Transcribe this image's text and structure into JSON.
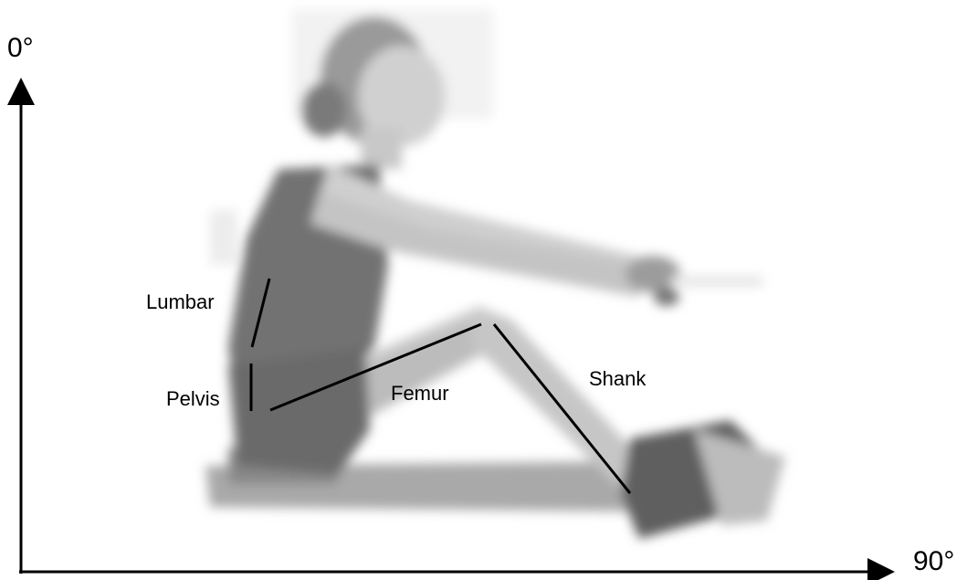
{
  "axes": {
    "vertical_label": "0°",
    "horizontal_label": "90°"
  },
  "segments": {
    "lumbar": "Lumbar",
    "pelvis": "Pelvis",
    "femur": "Femur",
    "shank": "Shank"
  },
  "colors": {
    "line": "#000000",
    "photo_gray_dark": "#6b6b6b",
    "photo_gray_light": "#c9c9c9"
  }
}
